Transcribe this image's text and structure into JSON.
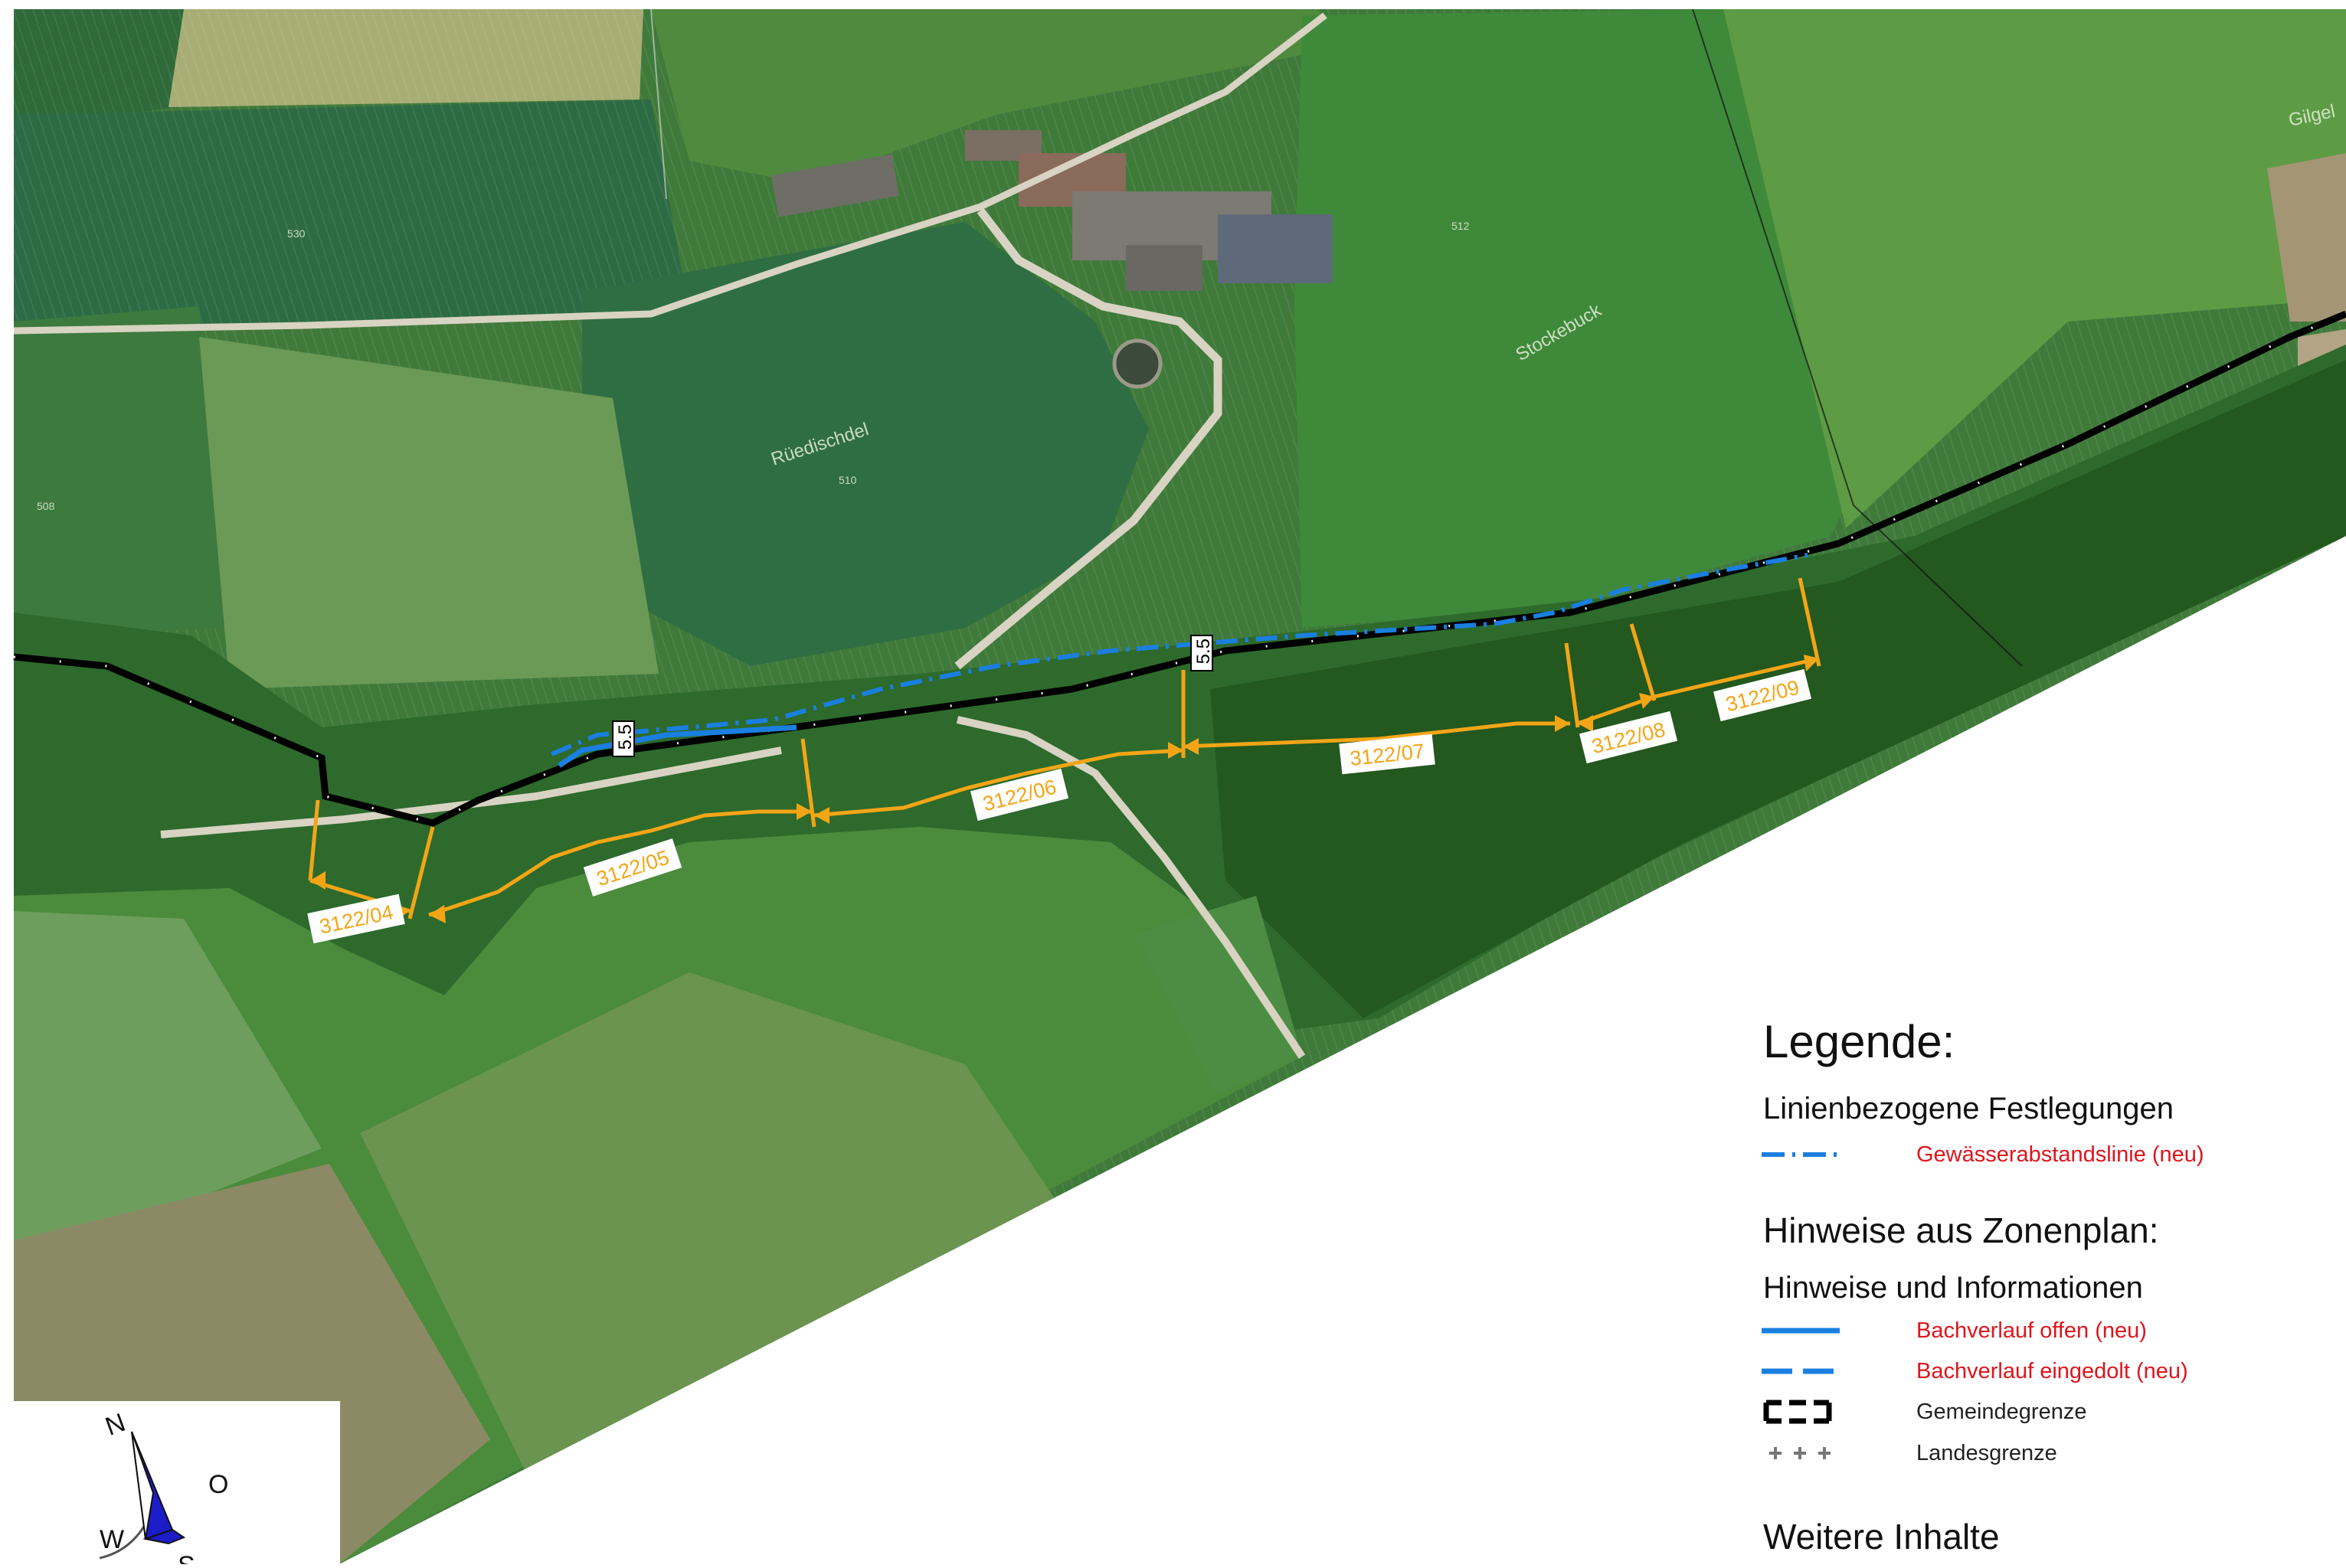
{
  "map": {
    "place_names": [
      "Rüedischdel",
      "Stockebuck",
      "Gilgel"
    ],
    "elevations": [
      "530",
      "512",
      "510",
      "508"
    ],
    "distance_markers": [
      "5.5",
      "5.5"
    ],
    "parcel_labels": [
      "3122/04",
      "3122/05",
      "3122/06",
      "3122/07",
      "3122/08",
      "3122/09"
    ]
  },
  "legend": {
    "title": "Legende:",
    "section1": "Linienbezogene Festlegungen",
    "item_gewaesser": "Gewässerabstandslinie (neu)",
    "section2": "Hinweise aus Zonenplan:",
    "section3": "Hinweise und Informationen",
    "item_offen": "Bachverlauf offen (neu)",
    "item_eingedolt": "Bachverlauf eingedolt (neu)",
    "item_gemeinde": "Gemeindegrenze",
    "item_landes": "Landesgrenze",
    "section4": "Weitere Inhalte"
  },
  "compass": {
    "north": "N",
    "east": "O",
    "west": "W",
    "south": "S"
  },
  "colors": {
    "stream_blue": "#1a7fe0",
    "parcel_orange": "#f3a516",
    "legend_red": "#e0141c",
    "boundary_black": "#000000"
  }
}
